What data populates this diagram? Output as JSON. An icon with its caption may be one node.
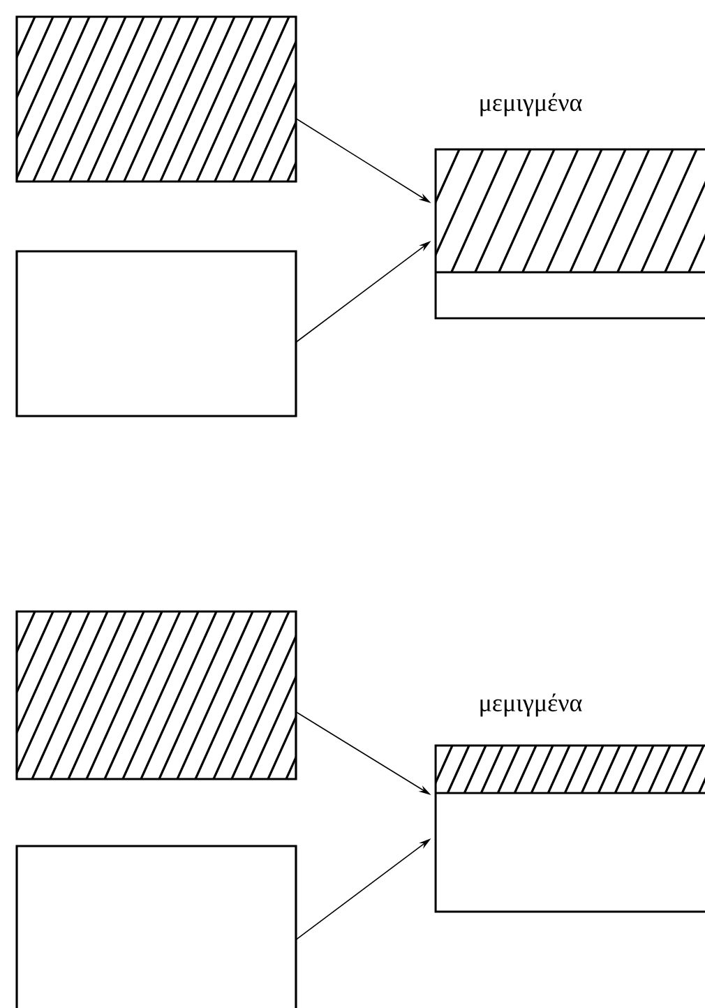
{
  "diagram": {
    "nodes": [
      {
        "text": [],
        "shape": "box"
      },
      {
        "text": [],
        "shape": "box"
      },
      {
        "text": [
          "μεμιγμένα"
        ]
      },
      {
        "text": [],
        "shape": "box"
      },
      {
        "text": [],
        "shape": "box"
      },
      {
        "text": [
          "μεμιγμένα"
        ]
      }
    ],
    "edges": [
      {
        "from": 0,
        "to": 2,
        "arrow": "to"
      },
      {
        "from": 1,
        "to": 2,
        "arrow": "to"
      },
      {
        "from": 3,
        "to": 5,
        "arrow": "to"
      },
      {
        "from": 4,
        "to": 5,
        "arrow": "to"
      }
    ]
  }
}
